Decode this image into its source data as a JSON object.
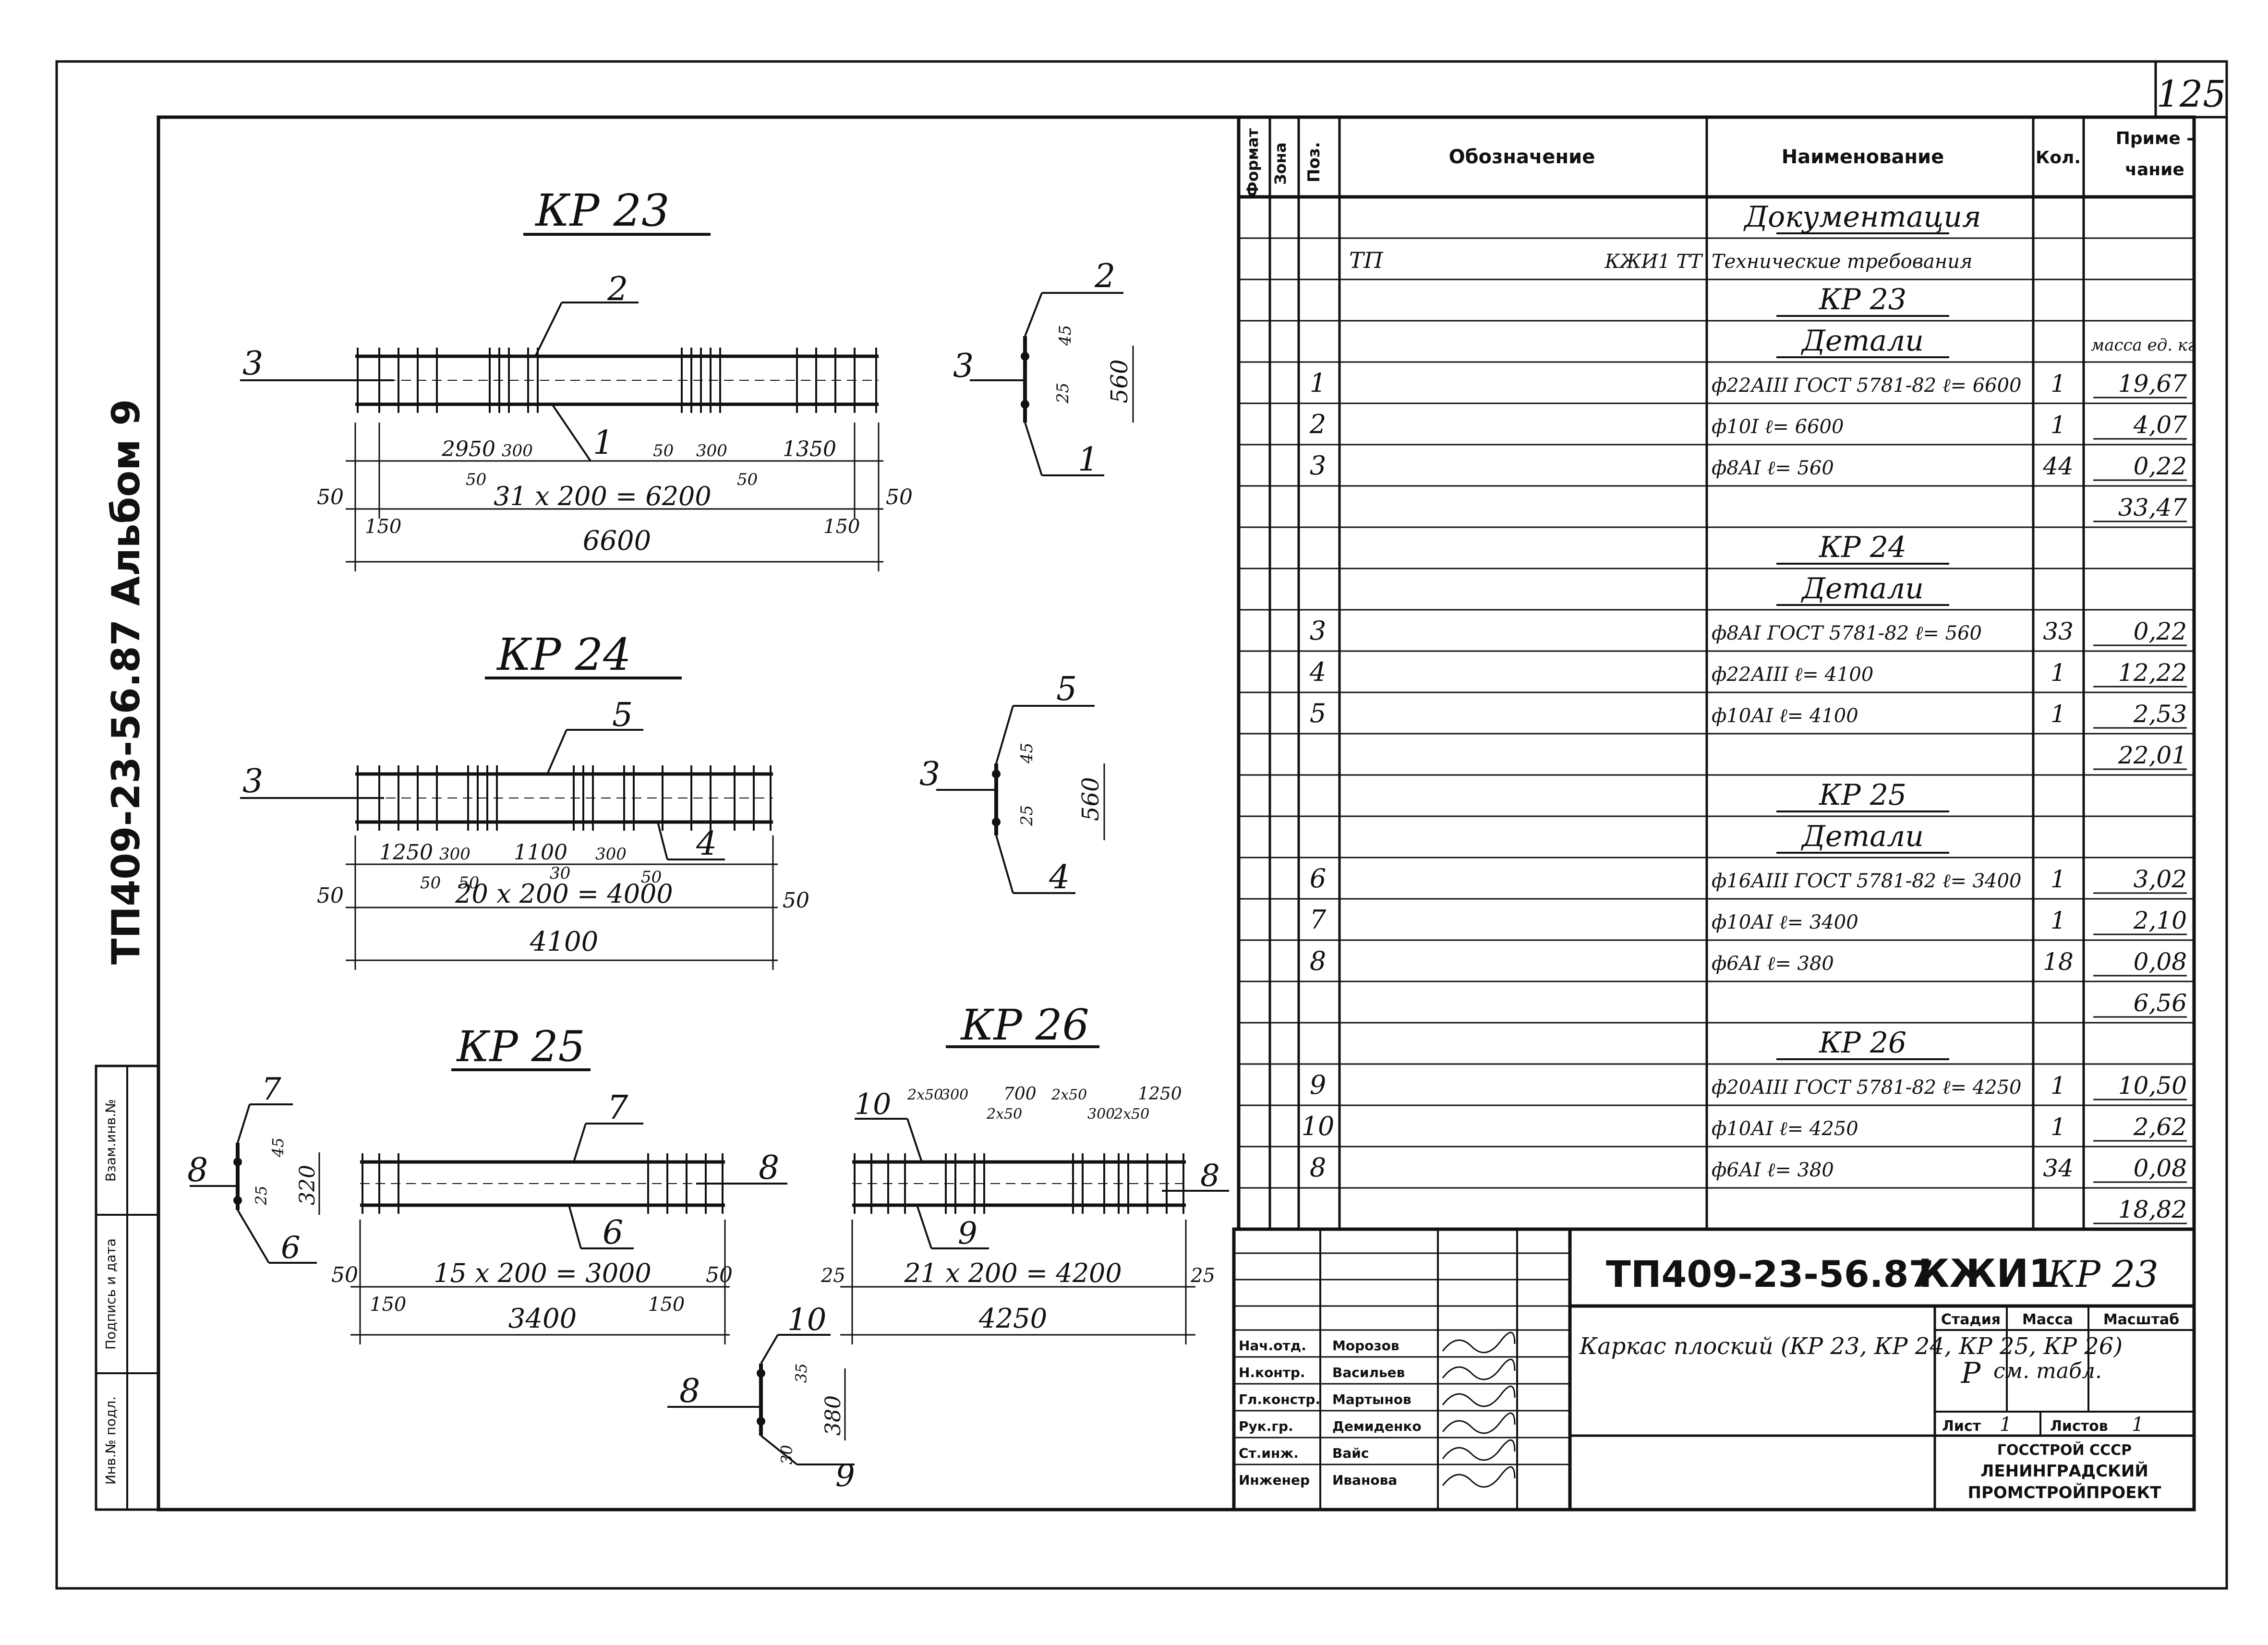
{
  "sheet_number": "125",
  "side_label": "ТП409-23-56.87 Альбом 9",
  "left_stamp": [
    "Инв.№ подл.",
    "Подпись и дата",
    "Взам.инв.№"
  ],
  "drawings": {
    "kp23": {
      "title": "КР 23",
      "leader_main": "2",
      "leader_left": "3",
      "leader_bottom": "1",
      "dims_top": [
        "2950",
        "300",
        "50",
        "50",
        "300",
        "50",
        "1350"
      ],
      "dim_side_left": "50",
      "dim_side_right": "50",
      "dim_150_left": "150",
      "dim_150_right": "150",
      "dim_span": "31 х 200 = 6200",
      "dim_total": "6600",
      "section": {
        "top": "2",
        "left": "3",
        "bottom": "1",
        "d45": "45",
        "d25": "25",
        "h": "560"
      }
    },
    "kp24": {
      "title": "КР 24",
      "leader_main": "5",
      "leader_left": "3",
      "leader_bottom": "4",
      "dims_top": [
        "1250",
        "300",
        "50",
        "50",
        "1100",
        "300",
        "30",
        "50"
      ],
      "dim_side_left": "50",
      "dim_side_right": "50",
      "dim_span": "20 х 200 = 4000",
      "dim_total": "4100",
      "section": {
        "top": "5",
        "left": "3",
        "bottom": "4",
        "d45": "45",
        "d25": "25",
        "h": "560"
      }
    },
    "kp25": {
      "title": "КР 25",
      "leader_main": "7",
      "leader_right": "8",
      "leader_bottom": "6",
      "dim_side_left": "50",
      "dim_side_right": "50",
      "dim_150_left": "150",
      "dim_150_right": "150",
      "dim_span": "15 х 200 = 3000",
      "dim_total": "3400",
      "section": {
        "top": "7",
        "left": "8",
        "bottom": "6",
        "d45": "45",
        "d25": "25",
        "h": "320"
      }
    },
    "kp26": {
      "title": "КР 26",
      "leader_main": "10",
      "leader_right": "8",
      "leader_bottom": "9",
      "dims_top": [
        "2х50",
        "300",
        "700",
        "2х50",
        "1250",
        "2х50",
        "300",
        "2х50"
      ],
      "dim_side_left": "25",
      "dim_side_right": "25",
      "dim_span": "21 х 200 = 4200",
      "dim_total": "4250",
      "section": {
        "top": "10",
        "left": "8",
        "bottom": "9",
        "d35": "35",
        "d30": "30",
        "h": "380"
      }
    }
  },
  "spec": {
    "headers": [
      "Формат",
      "Зона",
      "Поз.",
      "Обозначение",
      "Наименование",
      "Кол.",
      "Приме- чание"
    ],
    "rows": [
      {
        "pos": "",
        "designation": "",
        "name": "Документация",
        "qty": "",
        "note": "",
        "type": "section"
      },
      {
        "pos": "",
        "designation": "ТП",
        "designation2": "КЖИ1 ТТ",
        "name": "Технические требования",
        "qty": "",
        "note": "",
        "type": "item"
      },
      {
        "pos": "",
        "designation": "",
        "name": "КР 23",
        "qty": "",
        "note": "",
        "type": "section"
      },
      {
        "pos": "",
        "designation": "",
        "name": "Детали",
        "qty": "",
        "note": "масса ед. кг",
        "type": "section"
      },
      {
        "pos": "1",
        "designation": "",
        "name": "ф22АIII ГОСТ 5781-82 ℓ= 6600",
        "qty": "1",
        "note": "19,67",
        "type": "item"
      },
      {
        "pos": "2",
        "designation": "",
        "name": "ф10I ℓ= 6600",
        "qty": "1",
        "note": "4,07",
        "type": "item"
      },
      {
        "pos": "3",
        "designation": "",
        "name": "ф8АI ℓ= 560",
        "qty": "44",
        "note": "0,22",
        "type": "item"
      },
      {
        "pos": "",
        "designation": "",
        "name": "",
        "qty": "",
        "note": "33,47",
        "type": "total"
      },
      {
        "pos": "",
        "designation": "",
        "name": "КР 24",
        "qty": "",
        "note": "",
        "type": "section"
      },
      {
        "pos": "",
        "designation": "",
        "name": "Детали",
        "qty": "",
        "note": "",
        "type": "section"
      },
      {
        "pos": "3",
        "designation": "",
        "name": "ф8АI ГОСТ 5781-82 ℓ= 560",
        "qty": "33",
        "note": "0,22",
        "type": "item"
      },
      {
        "pos": "4",
        "designation": "",
        "name": "ф22АIII ℓ= 4100",
        "qty": "1",
        "note": "12,22",
        "type": "item"
      },
      {
        "pos": "5",
        "designation": "",
        "name": "ф10АI ℓ= 4100",
        "qty": "1",
        "note": "2,53",
        "type": "item"
      },
      {
        "pos": "",
        "designation": "",
        "name": "",
        "qty": "",
        "note": "22,01",
        "type": "total"
      },
      {
        "pos": "",
        "designation": "",
        "name": "КР 25",
        "qty": "",
        "note": "",
        "type": "section"
      },
      {
        "pos": "",
        "designation": "",
        "name": "Детали",
        "qty": "",
        "note": "",
        "type": "section"
      },
      {
        "pos": "6",
        "designation": "",
        "name": "ф16АIII ГОСТ 5781-82 ℓ= 3400",
        "qty": "1",
        "note": "3,02",
        "type": "item"
      },
      {
        "pos": "7",
        "designation": "",
        "name": "ф10АI ℓ= 3400",
        "qty": "1",
        "note": "2,10",
        "type": "item"
      },
      {
        "pos": "8",
        "designation": "",
        "name": "ф6АI ℓ= 380",
        "qty": "18",
        "note": "0,08",
        "type": "item"
      },
      {
        "pos": "",
        "designation": "",
        "name": "",
        "qty": "",
        "note": "6,56",
        "type": "total"
      },
      {
        "pos": "",
        "designation": "",
        "name": "КР 26",
        "qty": "",
        "note": "",
        "type": "section"
      },
      {
        "pos": "9",
        "designation": "",
        "name": "ф20АIII ГОСТ 5781-82 ℓ= 4250",
        "qty": "1",
        "note": "10,50",
        "type": "item"
      },
      {
        "pos": "10",
        "designation": "",
        "name": "ф10АI ℓ= 4250",
        "qty": "1",
        "note": "2,62",
        "type": "item"
      },
      {
        "pos": "8",
        "designation": "",
        "name": "ф6АI ℓ= 380",
        "qty": "34",
        "note": "0,08",
        "type": "item"
      },
      {
        "pos": "",
        "designation": "",
        "name": "",
        "qty": "",
        "note": "18,82",
        "type": "total"
      }
    ]
  },
  "title_block": {
    "code": "ТП409-23-56.87",
    "code2": "КЖИ1",
    "code3": "КР 23",
    "name": "Каркас плоский (КР 23, КР 24, КР 25, КР 26)",
    "stage_label": "Стадия",
    "mass_label": "Масса",
    "scale_label": "Масштаб",
    "stage": "Р",
    "mass": "см. табл.",
    "sheet_label": "Лист",
    "sheet": "1",
    "sheets_label": "Листов",
    "sheets": "1",
    "org": [
      "ГОССТРОЙ СССР",
      "ЛЕНИНГРАДСКИЙ",
      "ПРОМСТРОЙПРОЕКТ"
    ],
    "staff": [
      {
        "role": "Нач.отд.",
        "name": "Морозов"
      },
      {
        "role": "Н.контр.",
        "name": "Васильев"
      },
      {
        "role": "Гл.констр.",
        "name": "Мартынов"
      },
      {
        "role": "Рук.гр.",
        "name": "Демиденко"
      },
      {
        "role": "Ст.инж.",
        "name": "Вайс"
      },
      {
        "role": "Инженер",
        "name": "Иванова"
      }
    ]
  }
}
